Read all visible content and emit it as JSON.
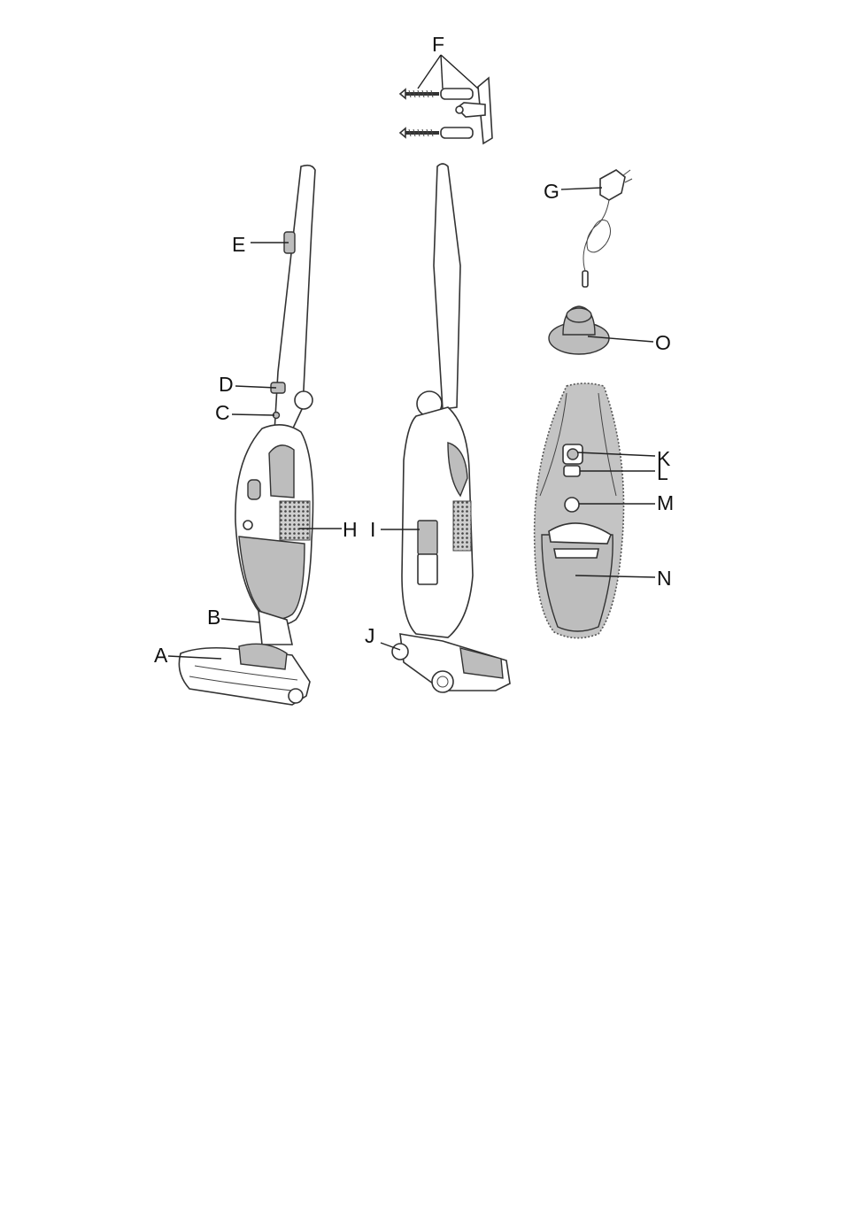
{
  "labels": {
    "A": "A",
    "B": "B",
    "C": "C",
    "D": "D",
    "E": "E",
    "F": "F",
    "G": "G",
    "H": "H",
    "I": "I",
    "J": "J",
    "K": "K",
    "L": "L",
    "M": "M",
    "N": "N",
    "O": "O"
  }
}
